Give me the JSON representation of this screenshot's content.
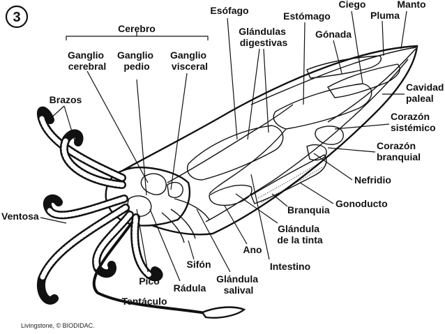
{
  "figure": {
    "number": "3",
    "credit": "Livingstone, © BIODIDAC."
  },
  "labels": {
    "cerebro": "Cerebro",
    "ganglio_cerebral": [
      "Ganglio",
      "cerebral"
    ],
    "ganglio_pedio": [
      "Ganglio",
      "pedio"
    ],
    "ganglio_visceral": [
      "Ganglio",
      "visceral"
    ],
    "esofago": "Esófago",
    "glandulas_digestivas": [
      "Glándulas",
      "digestivas"
    ],
    "estomago": "Estómago",
    "ciego": "Ciego",
    "gonada": "Gónada",
    "pluma": "Pluma",
    "manto": "Manto",
    "cavidad_paleal": [
      "Cavidad",
      "paleal"
    ],
    "corazon_sistemico": [
      "Corazón",
      "sistémico"
    ],
    "corazon_branquial": [
      "Corazón",
      "branquial"
    ],
    "nefridio": "Nefridio",
    "gonoducto": "Gonoducto",
    "branquia": "Branquia",
    "glandula_tinta": [
      "Glándula",
      "de la tinta"
    ],
    "ano": "Ano",
    "intestino": "Intestino",
    "glandula_salival": [
      "Glándula",
      "salival"
    ],
    "sifon": "Sifón",
    "radula": "Rádula",
    "pico": "Pico",
    "tentaculo": "Tentáculo",
    "ventosa": "Ventosa",
    "brazos": "Brazos"
  }
}
